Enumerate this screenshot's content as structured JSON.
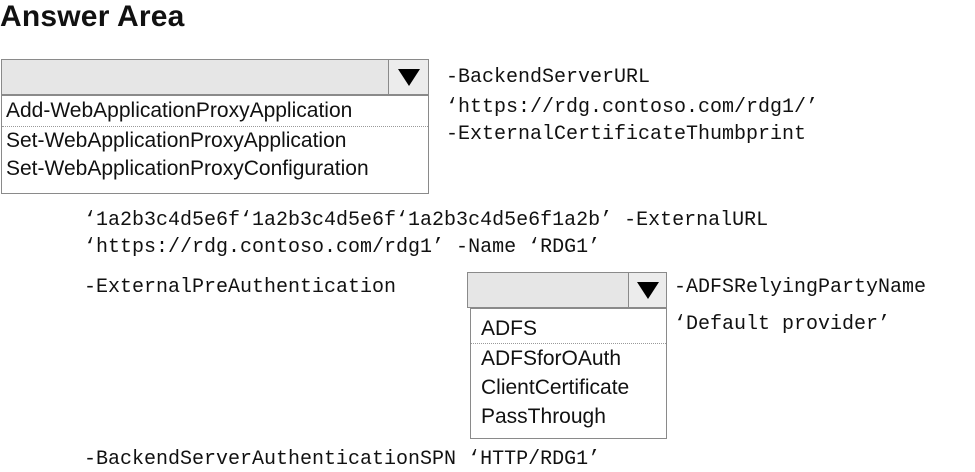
{
  "header": {
    "title": "Answer Area"
  },
  "code_lines": {
    "line1": "-BackendServerURL",
    "line2": "‘https://rdg.contoso.com/rdg1/’",
    "line3": "-ExternalCertificateThumbprint",
    "line4": "‘1a2b3c4d5e6f‘1a2b3c4d5e6f‘1a2b3c4d5e6f1a2b’ -ExternalURL",
    "line5": "‘https://rdg.contoso.com/rdg1’ -Name ‘RDG1’",
    "line6": "-ExternalPreAuthentication",
    "line7": "-ADFSRelyingPartyName",
    "line8": "‘Default provider’",
    "line9": "-BackendServerAuthenticationSPN ‘HTTP/RDG1’"
  },
  "dropdown1": {
    "selected": "",
    "options": [
      "Add-WebApplicationProxyApplication",
      "Set-WebApplicationProxyApplication",
      "Set-WebApplicationProxyConfiguration"
    ]
  },
  "dropdown2": {
    "selected": "",
    "options": [
      "ADFS",
      "ADFSforOAuth",
      "ClientCertificate",
      "PassThrough"
    ]
  }
}
